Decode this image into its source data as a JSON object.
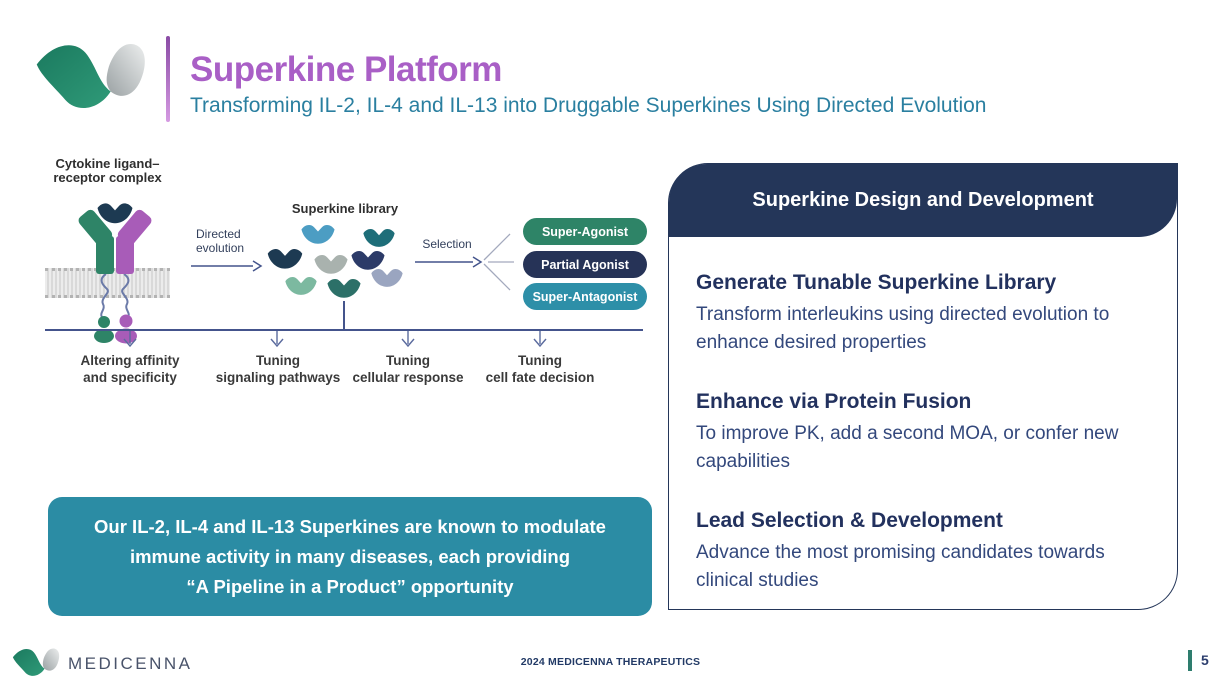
{
  "header": {
    "title": "Superkine Platform",
    "subtitle": "Transforming IL-2, IL-4 and IL-13 into Druggable Superkines Using Directed Evolution"
  },
  "diagram": {
    "complex_label": "Cytokine ligand–receptor complex",
    "directed_evolution_label": "Directed evolution",
    "library_label": "Superkine library",
    "selection_label": "Selection",
    "pills": [
      {
        "label": "Super-Agonist",
        "color": "#2e8467"
      },
      {
        "label": "Partial Agonist",
        "color": "#263357"
      },
      {
        "label": "Super-Antagonist",
        "color": "#2d8fa8"
      }
    ],
    "outcomes": [
      {
        "line1": "Altering affinity",
        "line2": "and specificity"
      },
      {
        "line1": "Tuning",
        "line2": "signaling pathways"
      },
      {
        "line1": "Tuning",
        "line2": "cellular response"
      },
      {
        "line1": "Tuning",
        "line2": "cell fate decision"
      }
    ]
  },
  "callout": {
    "lines": [
      "Our IL-2, IL-4 and IL-13 Superkines are known to modulate",
      "immune activity in many diseases, each providing",
      "“A Pipeline in a Product” opportunity"
    ]
  },
  "panel": {
    "header": "Superkine Design and Development",
    "sections": [
      {
        "heading": "Generate Tunable Superkine Library",
        "body": "Transform interleukins using directed evolution to enhance desired properties"
      },
      {
        "heading": "Enhance via Protein Fusion",
        "body": "To improve PK, add a second MOA, or confer new capabilities"
      },
      {
        "heading": "Lead Selection & Development",
        "body": "Advance the most promising candidates towards clinical studies"
      }
    ]
  },
  "footer": {
    "brand": "MEDICENNA",
    "copyright": "2024 MEDICENNA THERAPEUTICS",
    "page_number": "5"
  },
  "icons": {
    "logo": "medicenna-wing-logo",
    "library_shape": "superkine-v-shape",
    "arrows": "navy flow arrows"
  },
  "colors": {
    "title_purple": "#a95fc6",
    "subtitle_teal": "#2a7fa0",
    "panel_navy": "#243659",
    "heading_navy": "#22315e",
    "body_navy": "#33487c",
    "callout_teal": "#2b8ca4",
    "pill_green": "#2e8467",
    "pill_navy": "#263357",
    "pill_teal": "#2d8fa8",
    "flow_line": "#44548c",
    "footer_bar_green": "#2e7d6e"
  }
}
